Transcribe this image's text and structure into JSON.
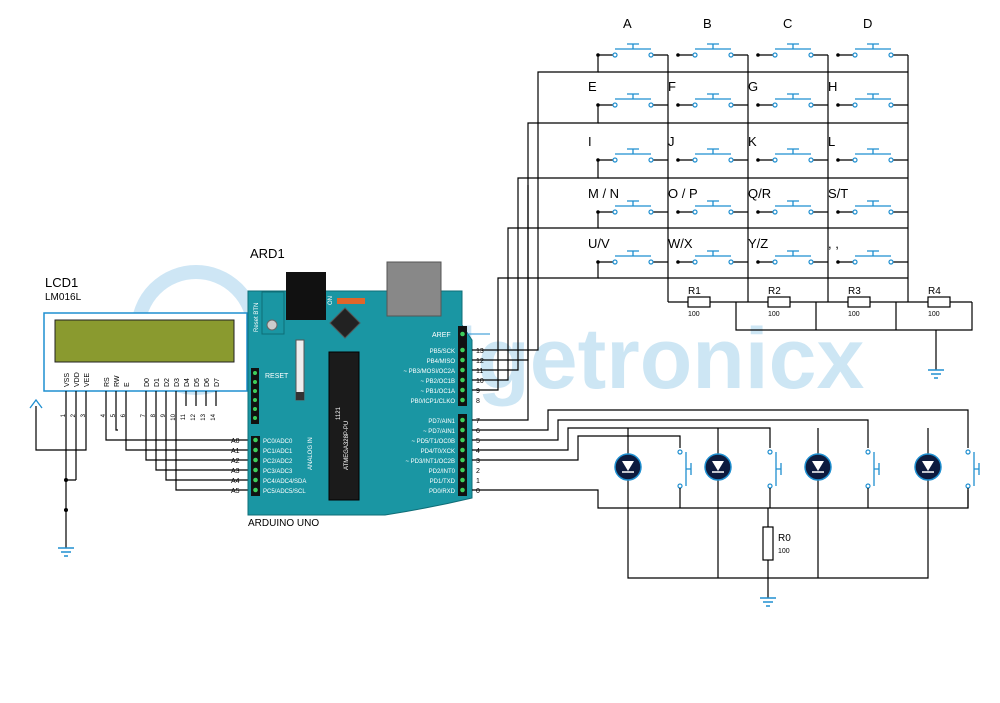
{
  "watermark": "Gadgetronicx",
  "lcd": {
    "ref": "LCD1",
    "model": "LM016L",
    "pin_names": [
      "VSS",
      "VDD",
      "VEE",
      "RS",
      "RW",
      "E",
      "D0",
      "D1",
      "D2",
      "D3",
      "D4",
      "D5",
      "D6",
      "D7"
    ],
    "pin_numbers": [
      "1",
      "2",
      "3",
      "4",
      "5",
      "6",
      "7",
      "8",
      "9",
      "10",
      "11",
      "12",
      "13",
      "14"
    ]
  },
  "arduino": {
    "ref": "ARD1",
    "name": "ARDUINO UNO",
    "chip_label": "ATMEGA328P-PU",
    "chip_sub": "1121",
    "reset_btn": "Reset BTN",
    "reset": "RESET",
    "analog_in": "ANALOG IN",
    "on": "ON",
    "aref": "AREF",
    "analog_pins": [
      {
        "ext": "A0",
        "label": "PC0/ADC0"
      },
      {
        "ext": "A1",
        "label": "PC1/ADC1"
      },
      {
        "ext": "A2",
        "label": "PC2/ADC2"
      },
      {
        "ext": "A3",
        "label": "PC3/ADC3"
      },
      {
        "ext": "A4",
        "label": "PC4/ADC4/SDA"
      },
      {
        "ext": "A5",
        "label": "PC5/ADC5/SCL"
      }
    ],
    "digital_high": [
      {
        "num": "13",
        "label": "PB5/SCK"
      },
      {
        "num": "12",
        "label": "PB4/MISO"
      },
      {
        "num": "11",
        "label": "~ PB3/MOSI/OC2A"
      },
      {
        "num": "10",
        "label": "~ PB2/OC1B"
      },
      {
        "num": "9",
        "label": "~ PB1/OC1A"
      },
      {
        "num": "8",
        "label": "PB0/ICP1/CLKO"
      }
    ],
    "digital_low": [
      {
        "num": "7",
        "label": "PD7/AIN1"
      },
      {
        "num": "6",
        "label": "~ PD7/AIN1"
      },
      {
        "num": "5",
        "label": "~ PD5/T1/OC0B"
      },
      {
        "num": "4",
        "label": "PD4/T0/XCK"
      },
      {
        "num": "3",
        "label": "~ PD3/INT1/OC2B"
      },
      {
        "num": "2",
        "label": "PD2/INT0"
      },
      {
        "num": "1",
        "label": "PD1/TXD"
      },
      {
        "num": "0",
        "label": "PD0/RXD"
      }
    ]
  },
  "keypad": {
    "keys": [
      [
        "A",
        "B",
        "C",
        "D"
      ],
      [
        "E",
        "F",
        "G",
        "H"
      ],
      [
        "I",
        "J",
        "K",
        "L"
      ],
      [
        "M / N",
        "O / P",
        "Q/R",
        "S/T"
      ],
      [
        "U/V",
        "W/X",
        "Y/Z",
        ", ,"
      ]
    ]
  },
  "resistors": [
    {
      "ref": "R1",
      "value": "100"
    },
    {
      "ref": "R2",
      "value": "100"
    },
    {
      "ref": "R3",
      "value": "100"
    },
    {
      "ref": "R4",
      "value": "100"
    }
  ],
  "r0": {
    "ref": "R0",
    "value": "100"
  },
  "colors": {
    "board": "#1a96a3",
    "component": "#1f8fd0",
    "lcd_screen": "#8a9a2f",
    "ground": "#1f8fd0"
  }
}
